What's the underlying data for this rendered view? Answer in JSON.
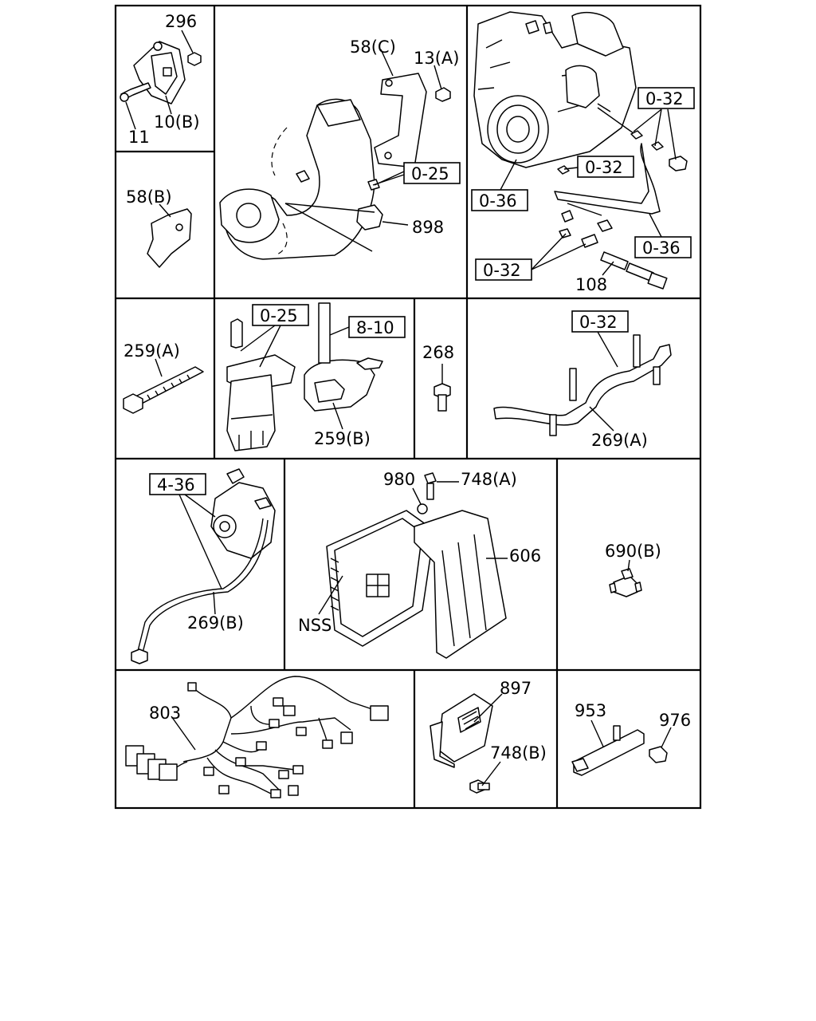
{
  "labels": {
    "l296": "296",
    "l10b": "10(B)",
    "l11": "11",
    "l58c": "58(C)",
    "l13a": "13(A)",
    "l025a": "0-25",
    "l898": "898",
    "l58b": "58(B)",
    "l032a": "0-32",
    "l032b": "0-32",
    "l036a": "0-36",
    "l036b": "0-36",
    "l032c": "0-32",
    "l108": "108",
    "l259a": "259(A)",
    "l025b": "0-25",
    "l810": "8-10",
    "l259b": "259(B)",
    "l268": "268",
    "l032d": "0-32",
    "l269a": "269(A)",
    "l436": "4-36",
    "l269b": "269(B)",
    "l980": "980",
    "l748a": "748(A)",
    "l606": "606",
    "lnss": "NSS",
    "l690b": "690(B)",
    "l803": "803",
    "l897": "897",
    "l748b": "748(B)",
    "l953": "953",
    "l976": "976"
  }
}
